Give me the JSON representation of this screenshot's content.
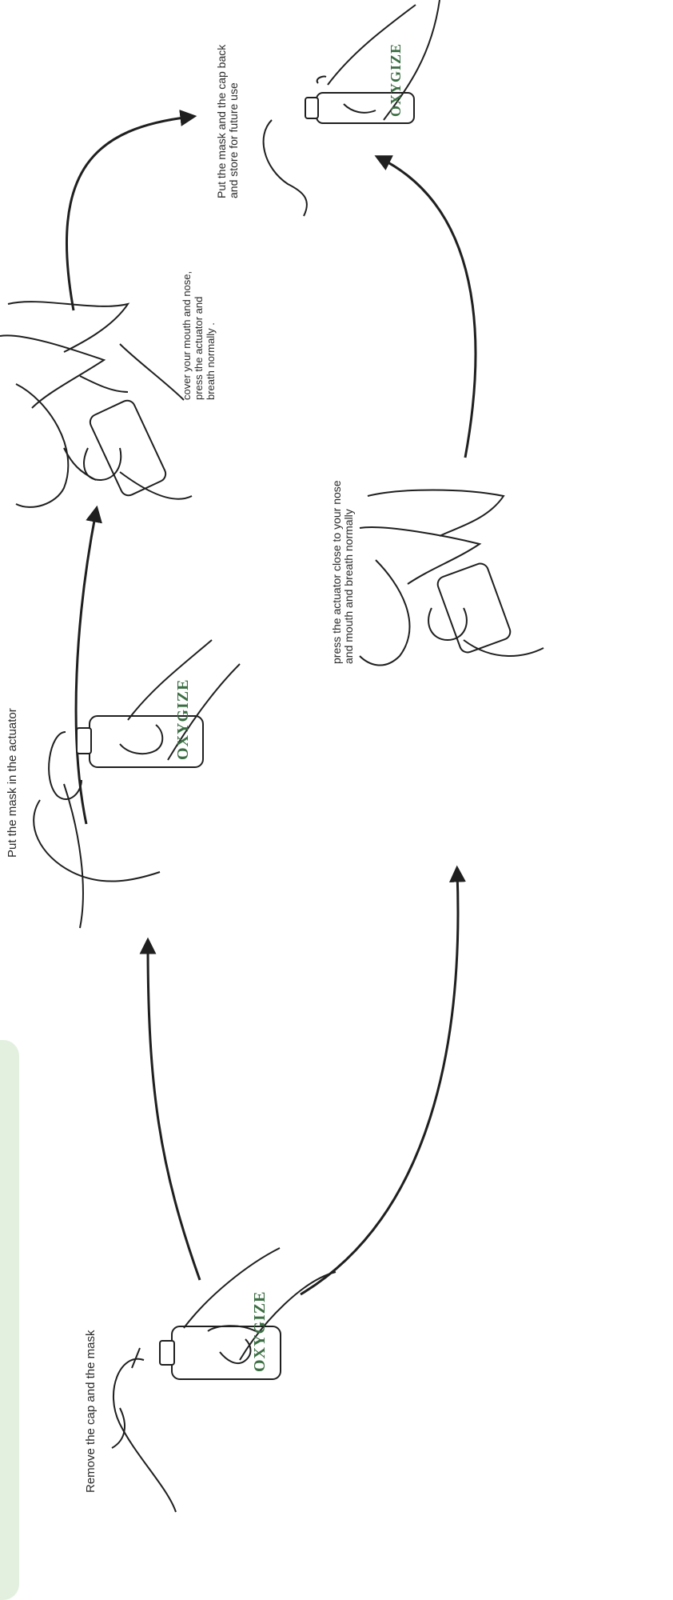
{
  "colors": {
    "panel": "#e3f0e0",
    "ink": "#1f1f1f",
    "brand_text": "#3b6e43"
  },
  "brand": {
    "text": "OXYGIZE"
  },
  "steps": [
    {
      "id": 1,
      "caption": "Remove the cap and the mask"
    },
    {
      "id": 2,
      "caption": "Put the mask in the actuator"
    },
    {
      "id": 3,
      "caption_lines": [
        "cover your mouth and nose,",
        "press the actuator and",
        "breath normally ."
      ]
    },
    {
      "id": 4,
      "caption_lines": [
        "Put the mask and the cap back",
        "and store for future use"
      ]
    },
    {
      "id": 5,
      "caption_lines": [
        "press the actuator close to your nose",
        "and mouth and breath normally"
      ]
    }
  ]
}
